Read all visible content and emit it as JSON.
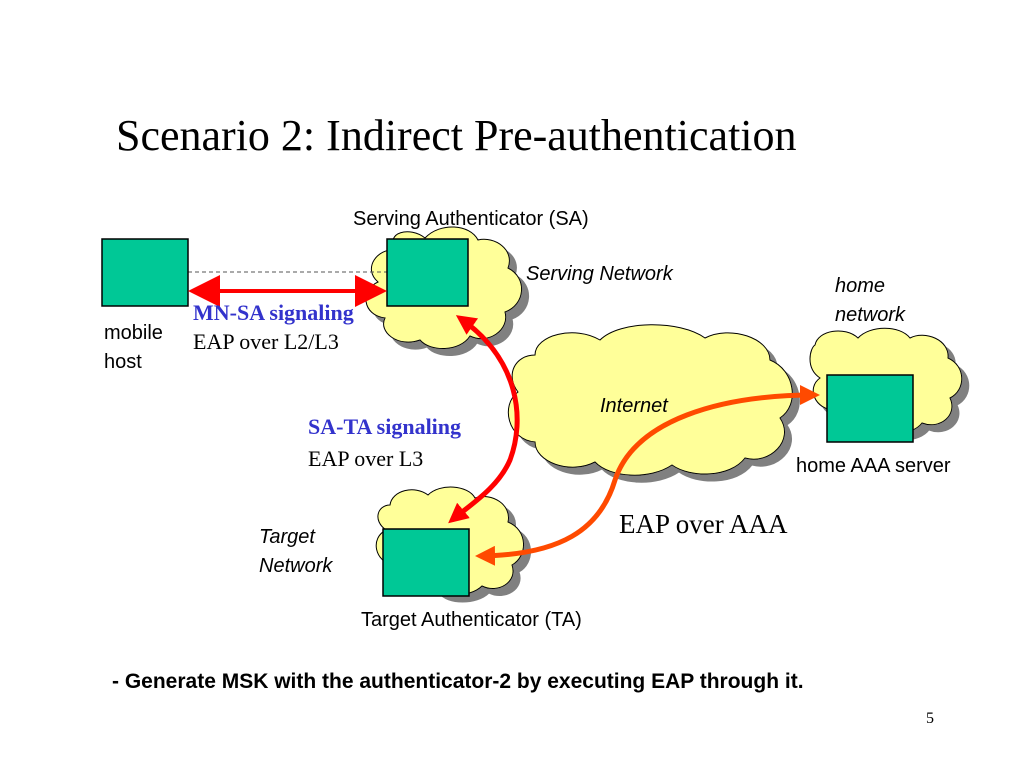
{
  "slide": {
    "title": "Scenario 2: Indirect Pre-authentication",
    "footnote": "- Generate MSK with the authenticator-2 by executing EAP through it.",
    "page_number": "5"
  },
  "labels": {
    "sa": "Serving Authenticator (SA)",
    "serving_network": "Serving Network",
    "home_network_line1": "home",
    "home_network_line2": "network",
    "mobile_host_line1": "mobile",
    "mobile_host_line2": "host",
    "internet": "Internet",
    "home_aaa_server": "home AAA server",
    "target_network_line1": "Target",
    "target_network_line2": "Network",
    "ta": "Target Authenticator (TA)"
  },
  "signaling": {
    "mn_sa_title": "MN-SA signaling",
    "mn_sa_detail": "EAP over L2/L3",
    "sa_ta_title": "SA-TA signaling",
    "sa_ta_detail": "EAP over L3",
    "aaa": "EAP over AAA"
  },
  "colors": {
    "node_fill": "#00c896",
    "cloud_fill": "#ffff99",
    "shadow": "#808080",
    "arrow_red": "#ff0000",
    "arrow_orange": "#ff4a00",
    "signal_blue": "#3333cc"
  }
}
